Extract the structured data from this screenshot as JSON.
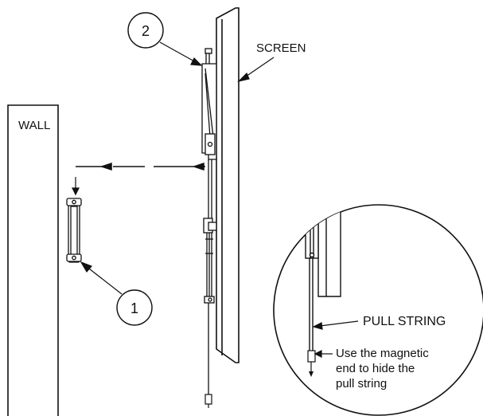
{
  "labels": {
    "wall": "WALL",
    "screen": "SCREEN",
    "pull_string": "PULL STRING",
    "callout_1": "1",
    "callout_2": "2",
    "note_line_1": "Use the magnetic",
    "note_line_2": "end to hide the",
    "note_line_3": "pull string"
  },
  "colors": {
    "line": "#111111",
    "fill": "#ffffff"
  }
}
